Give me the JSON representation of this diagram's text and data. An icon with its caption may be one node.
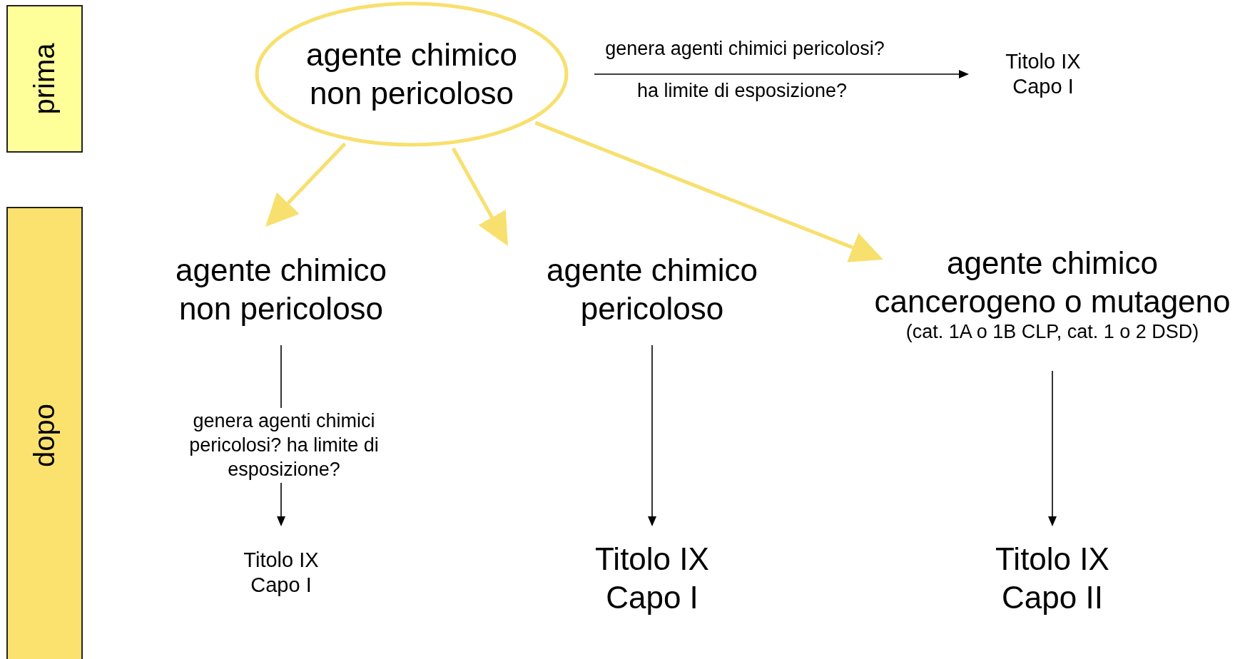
{
  "diagram": {
    "nodes": [
      {
        "text": [
          "prima"
        ]
      },
      {
        "text": [
          "dopo"
        ]
      },
      {
        "text": [
          "agente chimico non pericoloso"
        ]
      },
      {
        "text": [
          "Titolo IX Capo I"
        ]
      },
      {
        "text": [
          "agente chimico non pericoloso"
        ]
      },
      {
        "text": [
          "agente chimico pericoloso"
        ]
      },
      {
        "text": [
          "agente chimico cancerogeno o mutageno",
          "(cat. 1A o 1B CLP, cat. 1 o 2 DSD)"
        ]
      },
      {
        "text": [
          "Titolo IX Capo I"
        ]
      },
      {
        "text": [
          "Titolo IX Capo I"
        ]
      },
      {
        "text": [
          "Titolo IX Capo II"
        ]
      }
    ],
    "edges": [
      {
        "from": 2,
        "to": 3,
        "arrow": "to",
        "label": "genera agenti chimici pericolosi?"
      },
      {
        "from": 2,
        "to": 4,
        "arrow": "to",
        "style": "thick",
        "color": "#f8e06f"
      },
      {
        "from": 2,
        "to": 5,
        "arrow": "to",
        "style": "thick",
        "color": "#f8e06f"
      },
      {
        "from": 2,
        "to": 6,
        "arrow": "to",
        "style": "thick",
        "color": "#f8e06f"
      },
      {
        "from": 4,
        "to": 7,
        "arrow": "to",
        "label": "genera agenti chimici pericolosi? ha limite di esposizione?"
      },
      {
        "from": 5,
        "to": 8,
        "arrow": "to"
      },
      {
        "from": 6,
        "to": 9,
        "arrow": "to"
      }
    ],
    "labels": [
      "ha limite di esposizione?"
    ]
  }
}
